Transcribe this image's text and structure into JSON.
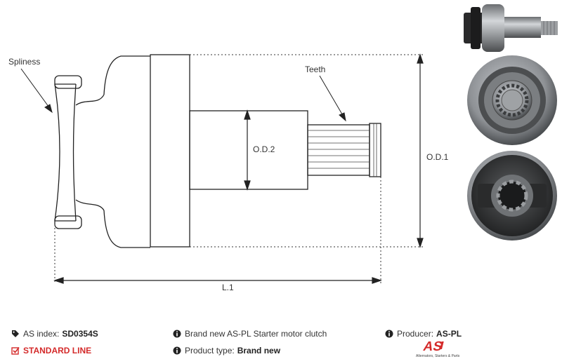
{
  "diagram": {
    "labels": {
      "spliness": "Spliness",
      "teeth": "Teeth",
      "od2": "O.D.2",
      "od1": "O.D.1",
      "l1": "L.1"
    }
  },
  "info": {
    "index_label": "AS index:",
    "index_value": "SD0354S",
    "line_label": "STANDARD LINE",
    "desc_text": "Brand new AS-PL Starter motor clutch",
    "type_label": "Product type:",
    "type_value": "Brand new",
    "producer_label": "Producer:",
    "producer_value": "AS-PL"
  },
  "logo": {
    "mark": "AS",
    "tagline": "Alternators, Starters & Parts"
  },
  "colors": {
    "accent_red": "#d42a2a",
    "line": "#222222",
    "metal_dark": "#3c3c3c",
    "metal_light": "#b8bcc0"
  },
  "icons": {
    "index": "tag-icon",
    "line": "checkbox-icon",
    "info": "info-icon"
  }
}
